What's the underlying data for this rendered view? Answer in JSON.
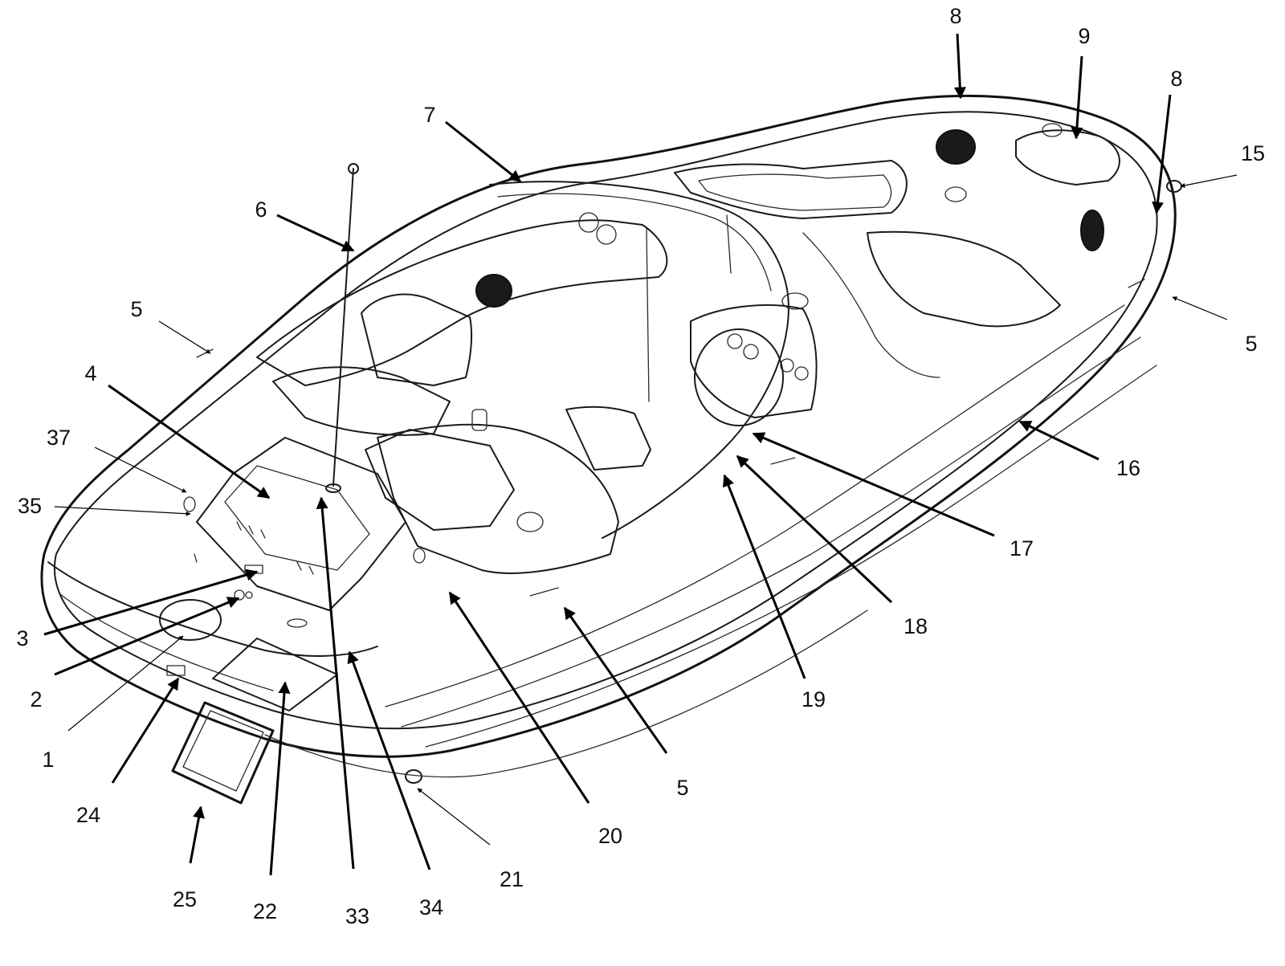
{
  "callouts": [
    {
      "id": "c8a",
      "text": "8"
    },
    {
      "id": "c9",
      "text": "9"
    },
    {
      "id": "c8b",
      "text": "8"
    },
    {
      "id": "c15",
      "text": "15"
    },
    {
      "id": "c7",
      "text": "7"
    },
    {
      "id": "c6",
      "text": "6"
    },
    {
      "id": "c5a",
      "text": "5"
    },
    {
      "id": "c5b",
      "text": "5"
    },
    {
      "id": "c4",
      "text": "4"
    },
    {
      "id": "c37",
      "text": "37"
    },
    {
      "id": "c35",
      "text": "35"
    },
    {
      "id": "c16",
      "text": "16"
    },
    {
      "id": "c17",
      "text": "17"
    },
    {
      "id": "c18",
      "text": "18"
    },
    {
      "id": "c19",
      "text": "19"
    },
    {
      "id": "c3",
      "text": "3"
    },
    {
      "id": "c2",
      "text": "2"
    },
    {
      "id": "c1",
      "text": "1"
    },
    {
      "id": "c24",
      "text": "24"
    },
    {
      "id": "c25",
      "text": "25"
    },
    {
      "id": "c22",
      "text": "22"
    },
    {
      "id": "c33",
      "text": "33"
    },
    {
      "id": "c34",
      "text": "34"
    },
    {
      "id": "c21",
      "text": "21"
    },
    {
      "id": "c20",
      "text": "20"
    },
    {
      "id": "c5c",
      "text": "5"
    }
  ]
}
